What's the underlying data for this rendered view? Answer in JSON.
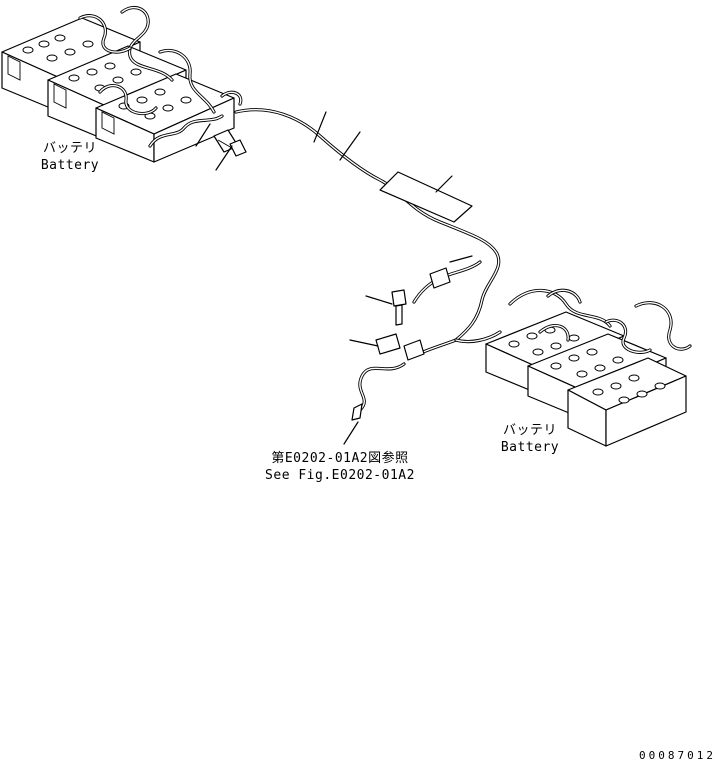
{
  "labels": {
    "battery_left_jp": "バッテリ",
    "battery_left_en": "Battery",
    "battery_right_jp": "バッテリ",
    "battery_right_en": "Battery",
    "reference_jp": "第E0202-01A2図参照",
    "reference_en": "See Fig.E0202-01A2",
    "document_id": "00087012"
  }
}
